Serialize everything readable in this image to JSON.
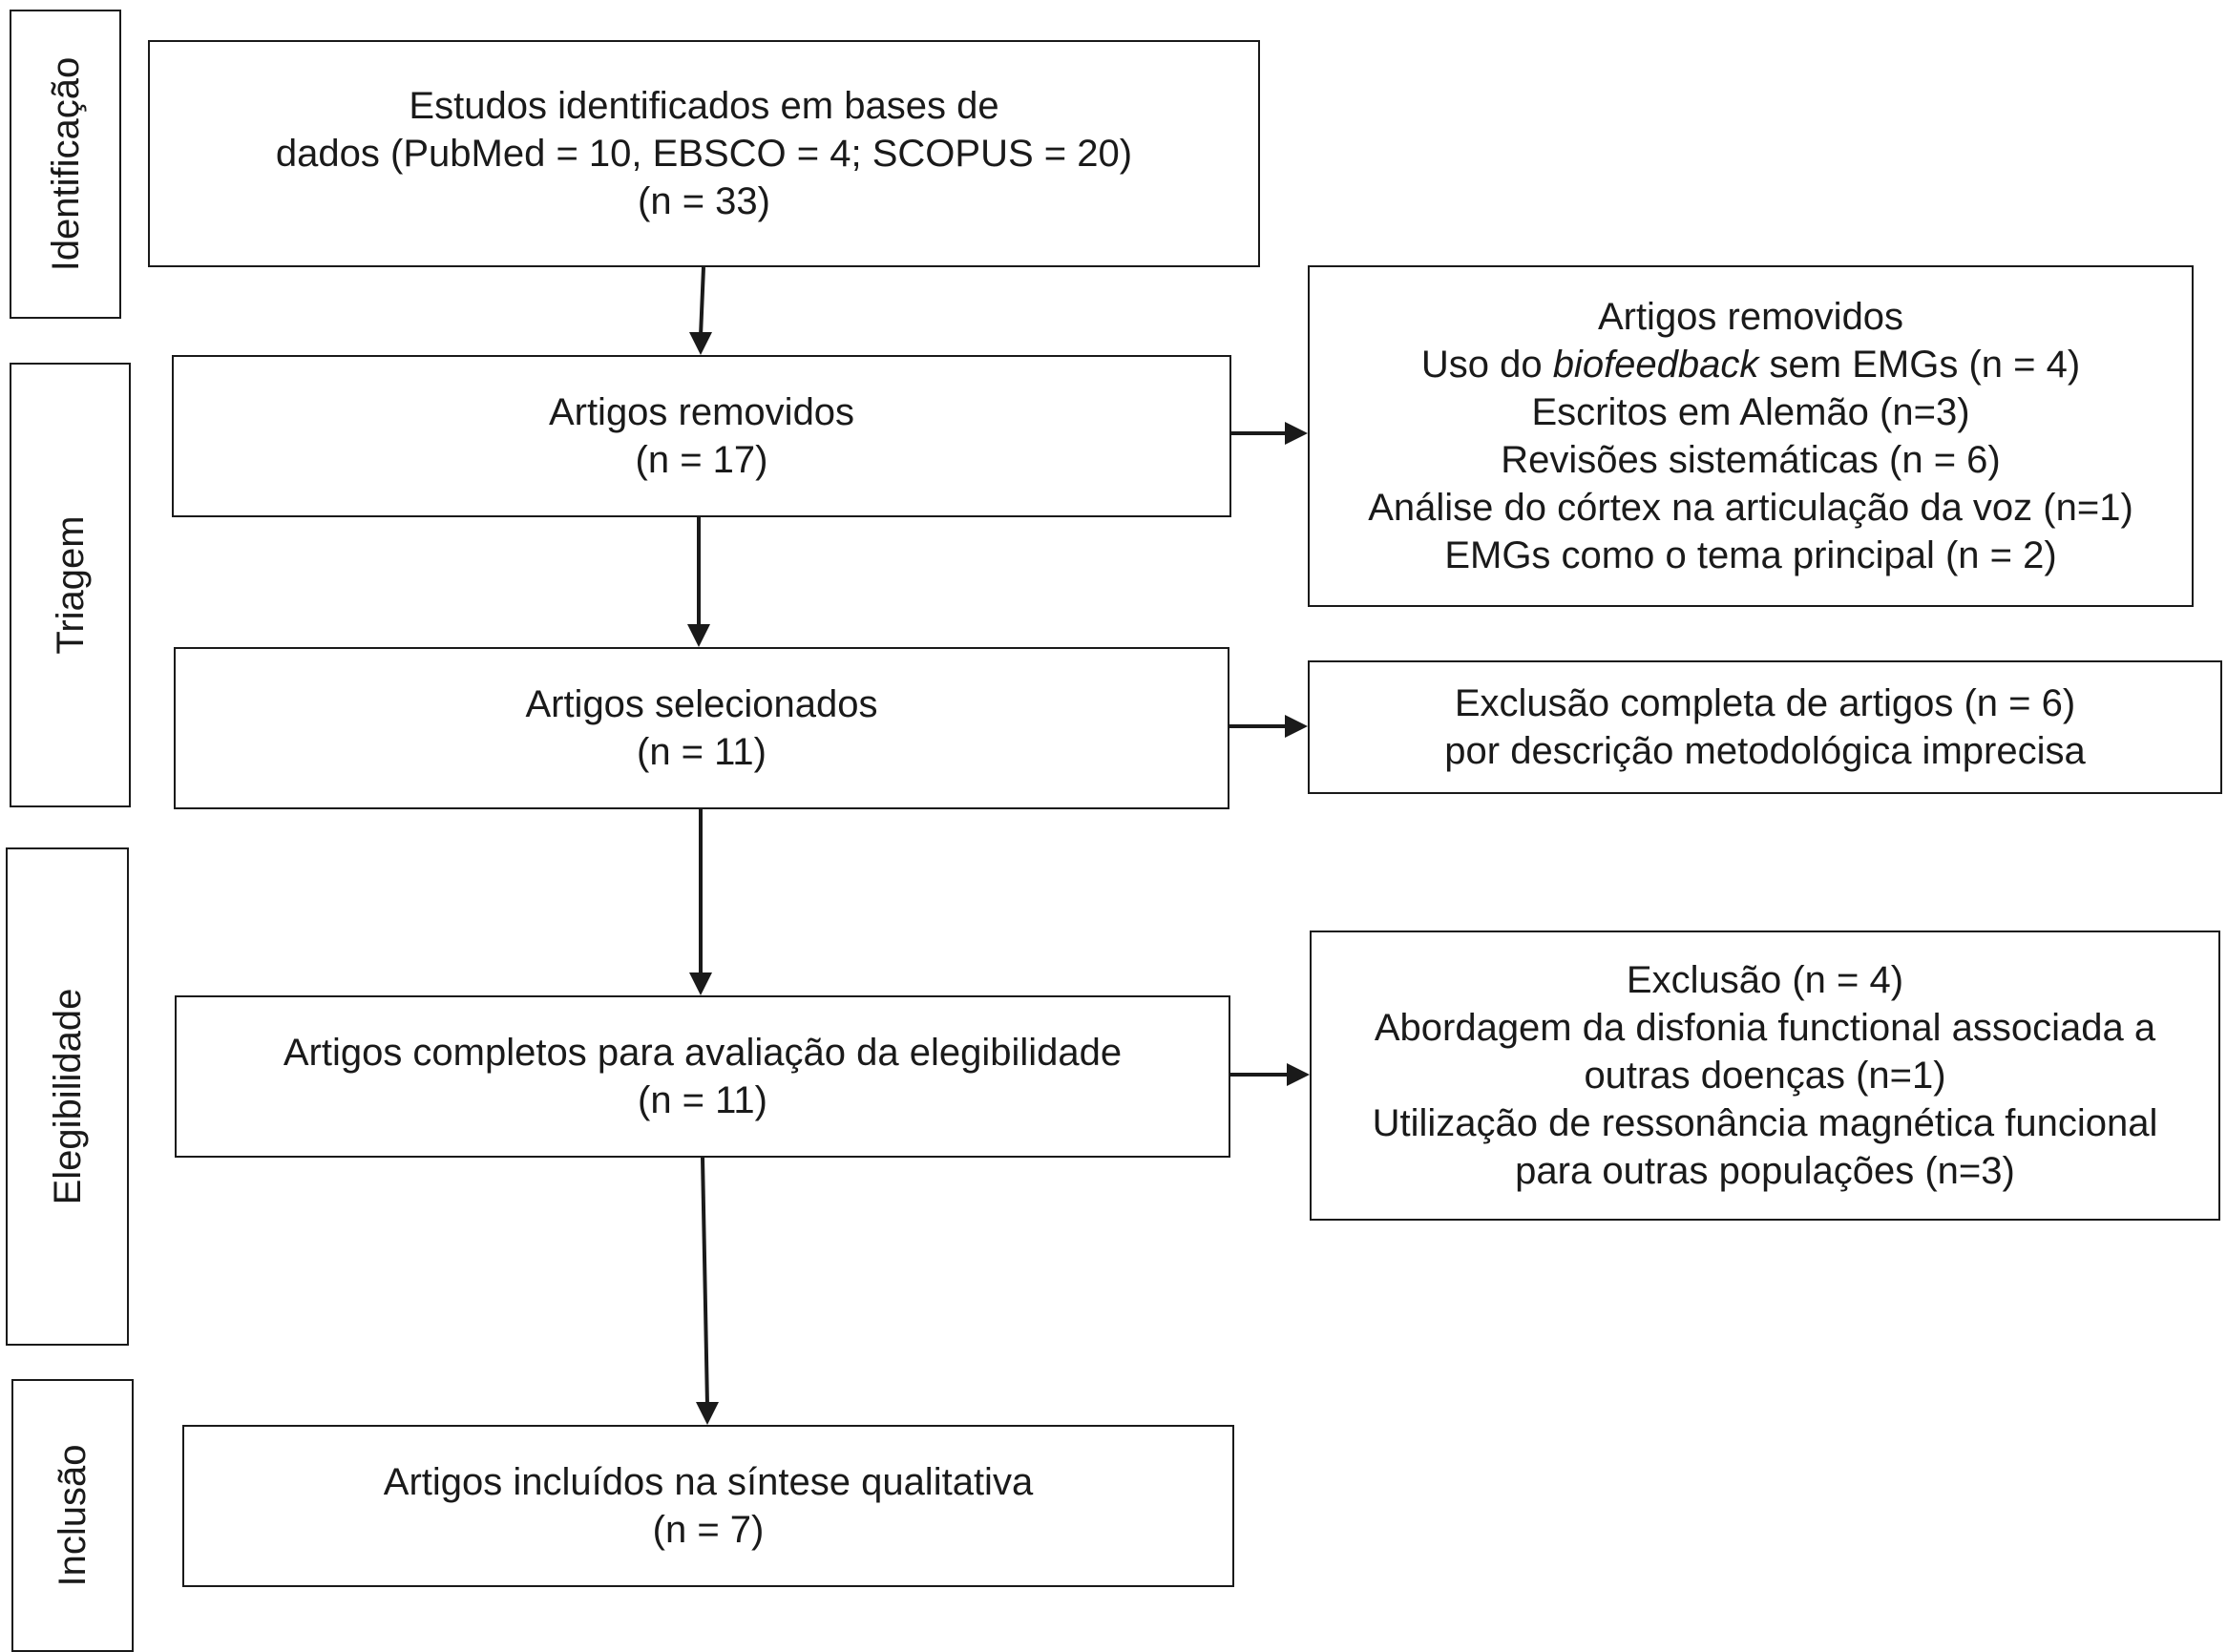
{
  "stages": {
    "identificacao": "Identificação",
    "triagem": "Triagem",
    "elegibilidade": "Elegibilidade",
    "inclusao": "Inclusão"
  },
  "main_boxes": {
    "identified": {
      "line1": "Estudos identificados em bases de",
      "line2": "dados (PubMed = 10, EBSCO = 4; SCOPUS = 20)",
      "line3": "(n = 33)"
    },
    "removed": {
      "line1": "Artigos removidos",
      "line2": "(n = 17)"
    },
    "selected": {
      "line1": "Artigos selecionados",
      "line2": "(n = 11)"
    },
    "full_text": {
      "line1": "Artigos completos para avaliação da elegibilidade",
      "line2": "(n = 11)"
    },
    "included": {
      "line1": "Artigos incluídos na síntese qualitativa",
      "line2": "(n = 7)"
    }
  },
  "side_boxes": {
    "removed_reasons": {
      "title": "Artigos removidos",
      "line2_prefix": "Uso do ",
      "line2_italic": "biofeedback",
      "line2_suffix": " sem EMGs (n = 4)",
      "line3": "Escritos em Alemão (n=3)",
      "line4": "Revisões sistemáticas (n = 6)",
      "line5": "Análise do córtex na articulação da voz (n=1)",
      "line6": "EMGs como o tema principal (n = 2)"
    },
    "exclusion_methodology": {
      "line1": "Exclusão completa de artigos (n = 6)",
      "line2": "por descrição metodológica imprecisa"
    },
    "exclusion_eligibility": {
      "line1": "Exclusão (n = 4)",
      "line2": "Abordagem da disfonia functional associada a",
      "line3": "outras doenças (n=1)",
      "line4": "Utilização de ressonância magnética funcional",
      "line5": "para outras populações (n=3)"
    }
  }
}
